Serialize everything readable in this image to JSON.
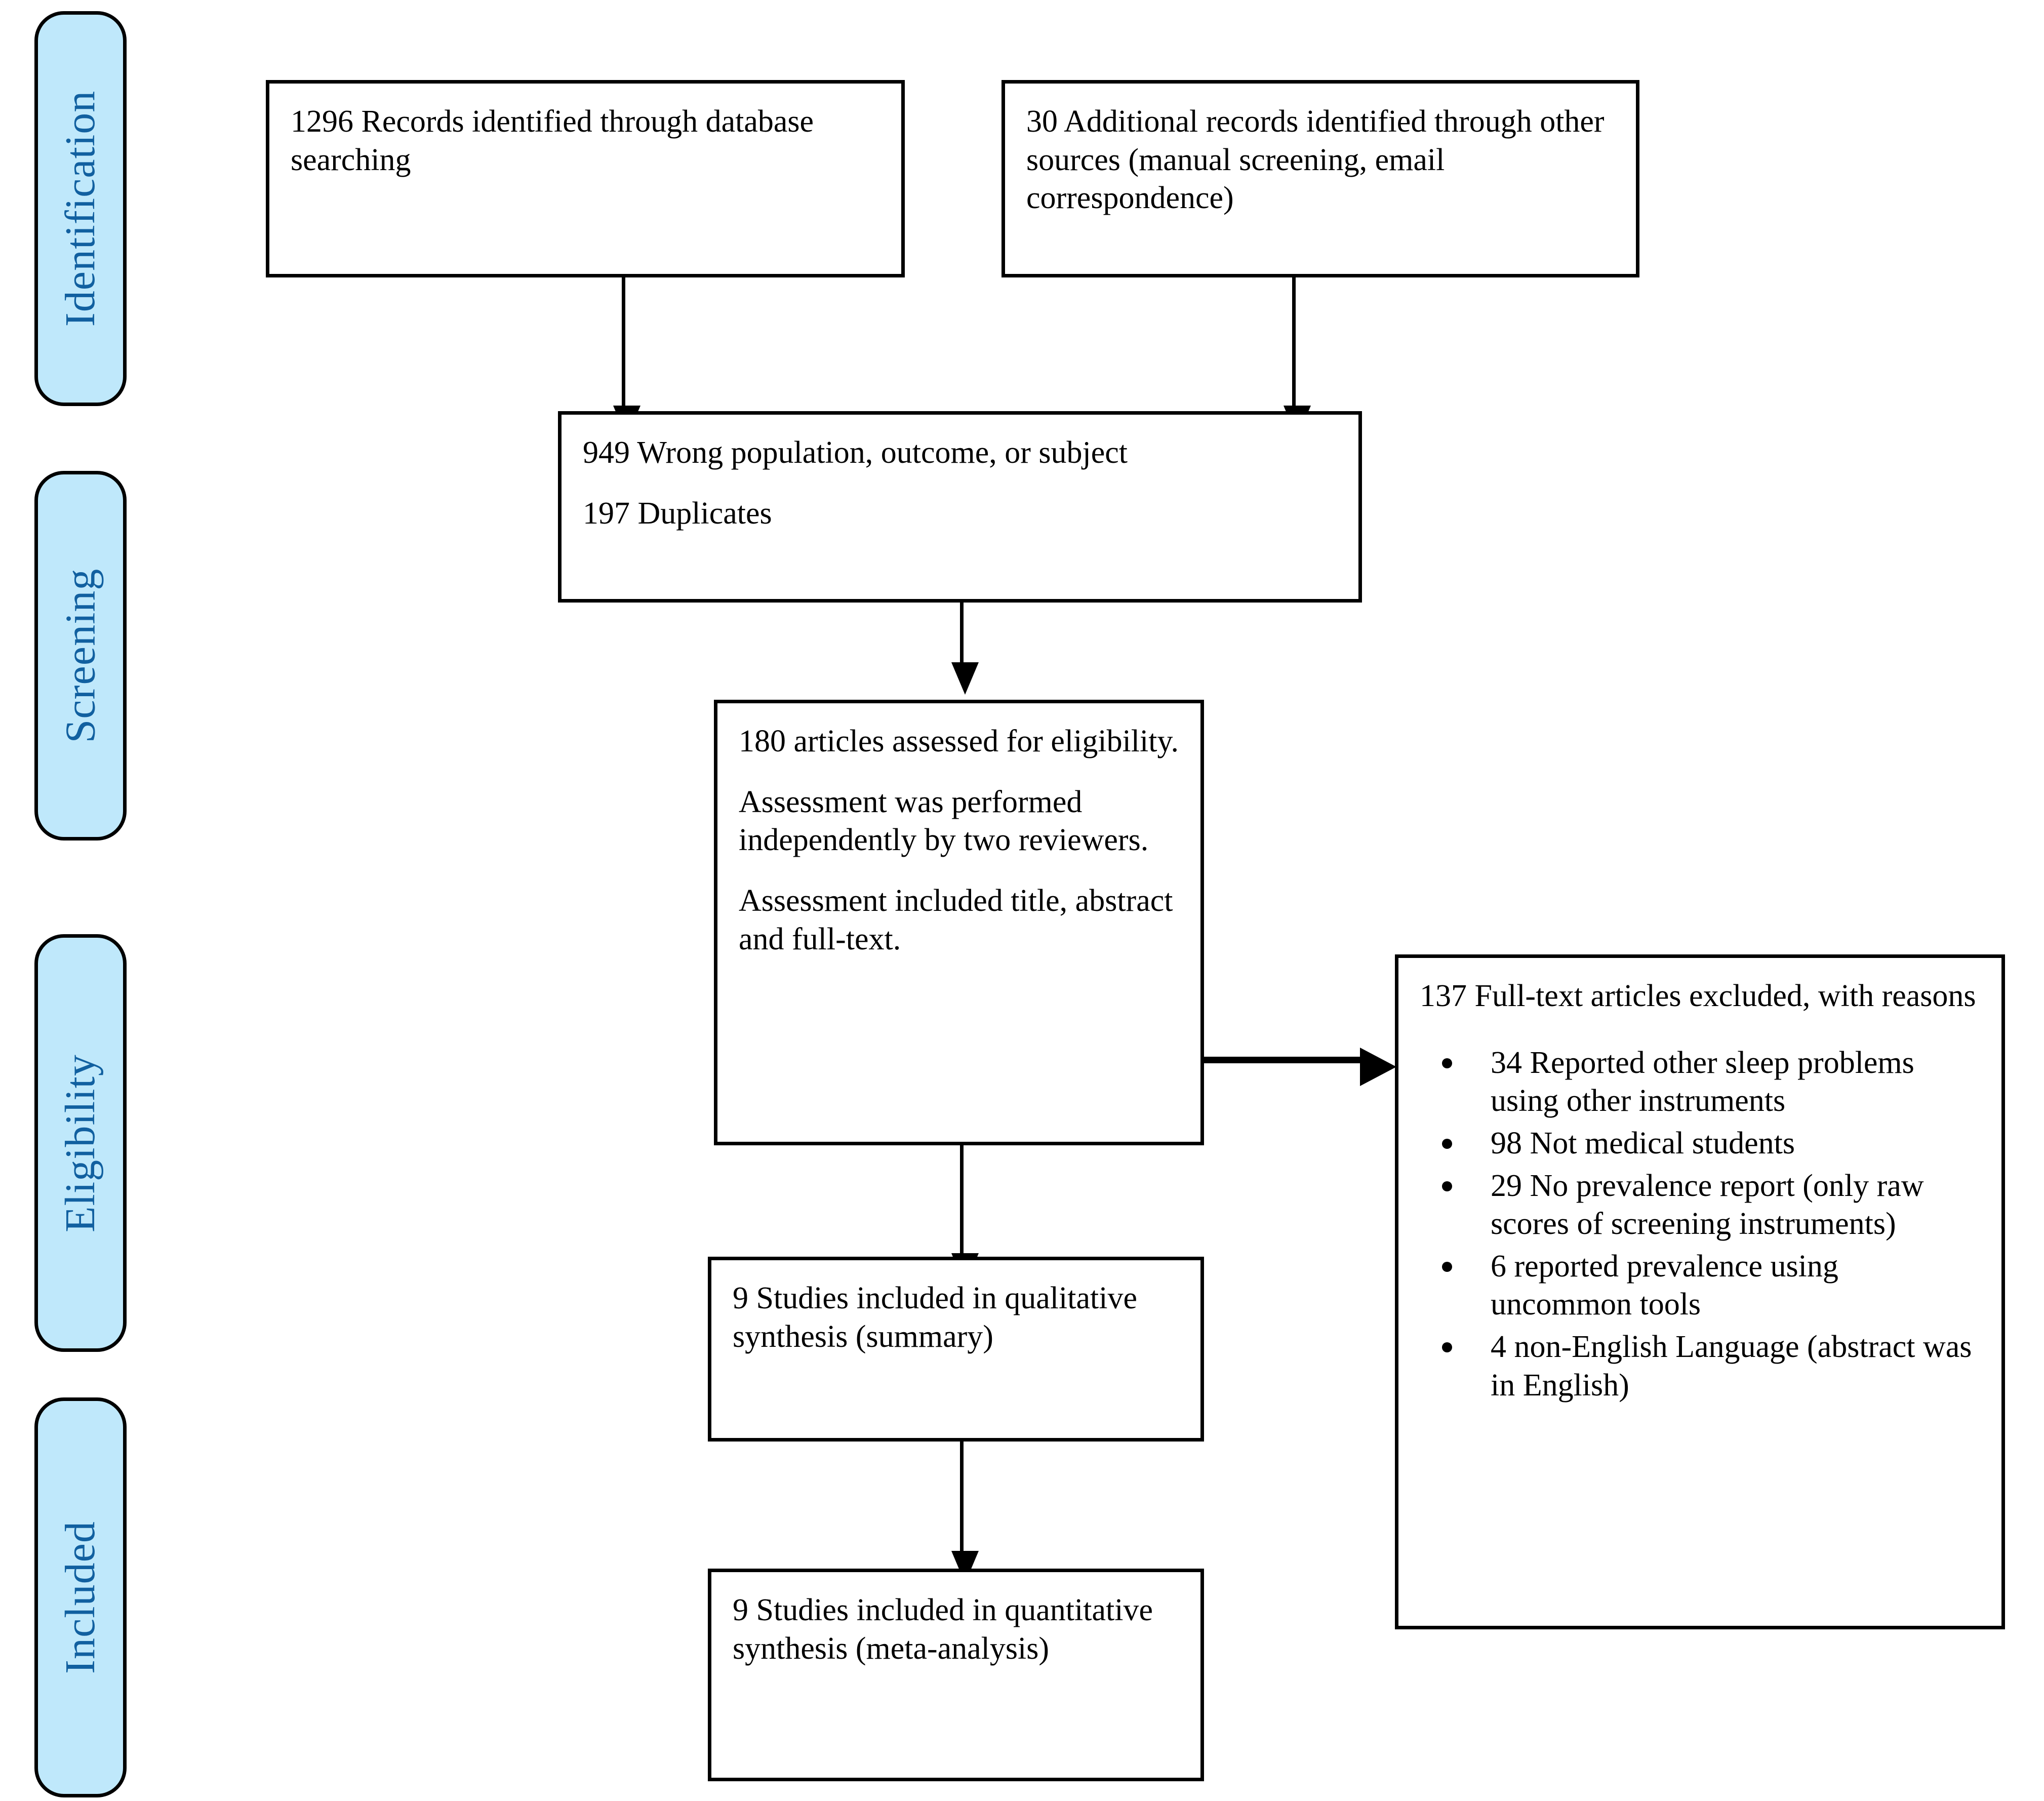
{
  "diagram": {
    "title": "PRISMA flow diagram",
    "colors": {
      "stage_fill": "#bfe8fb",
      "stage_text": "#1160a0",
      "box_border": "#000000",
      "box_fill": "#ffffff",
      "text": "#000000"
    }
  },
  "stages": [
    {
      "id": "identification",
      "label": "Identification"
    },
    {
      "id": "screening",
      "label": "Screening"
    },
    {
      "id": "eligibility",
      "label": "Eligibility"
    },
    {
      "id": "included",
      "label": "Included"
    }
  ],
  "boxes": {
    "database_records": {
      "text": "1296 Records identified through database searching",
      "count": 1296
    },
    "additional_records": {
      "text": "30 Additional records identified through other sources (manual screening, email correspondence)",
      "count": 30
    },
    "excluded_screening": {
      "line1": "949 Wrong population, outcome, or subject",
      "line2": "197 Duplicates",
      "wrong_population_count": 949,
      "duplicates_count": 197
    },
    "assessed_eligibility": {
      "line1": "180 articles assessed for eligibility.",
      "line2": "Assessment was performed independently by two reviewers.",
      "line3": "Assessment included title, abstract and full-text.",
      "count": 180
    },
    "fulltext_excluded": {
      "heading": "137 Full-text articles excluded, with reasons",
      "count": 137,
      "reasons": [
        {
          "text": "34 Reported other sleep problems using other instruments",
          "count": 34
        },
        {
          "text": "98 Not medical students",
          "count": 98
        },
        {
          "text": "29 No prevalence report (only raw scores of screening instruments)",
          "count": 29
        },
        {
          "text": "6 reported prevalence using uncommon tools",
          "count": 6
        },
        {
          "text": "4 non-English Language (abstract was in English)",
          "count": 4
        }
      ]
    },
    "qualitative_synthesis": {
      "text": "9 Studies included in qualitative synthesis (summary)",
      "count": 9
    },
    "quantitative_synthesis": {
      "text": "9 Studies included in quantitative synthesis (meta-analysis)",
      "count": 9
    }
  }
}
